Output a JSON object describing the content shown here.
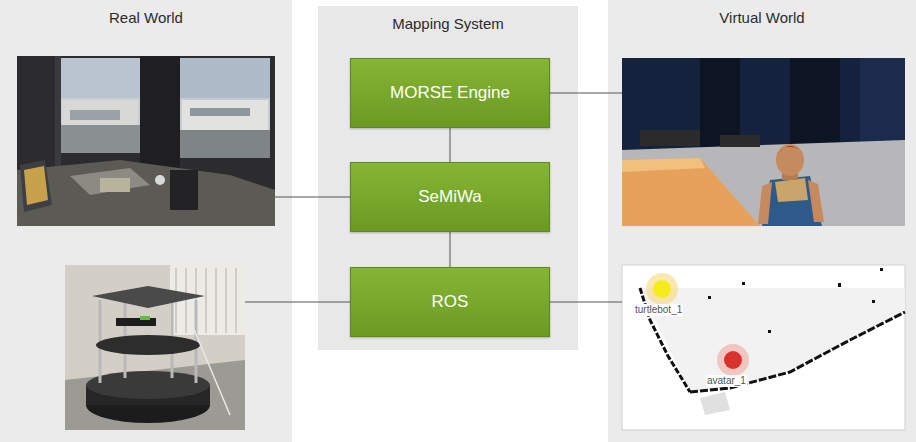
{
  "diagram": {
    "nodes": [
      {
        "text": [
          "Real World"
        ]
      },
      {
        "text": [
          "Mapping System"
        ]
      },
      {
        "text": [
          "Virtual World"
        ]
      },
      {
        "text": [
          "MORSE Engine"
        ],
        "in": 1
      },
      {
        "text": [
          "SeMiWa"
        ],
        "in": 1
      },
      {
        "text": [
          "ROS"
        ],
        "in": 1
      }
    ],
    "edges": [
      {
        "from": 3,
        "to": 4,
        "arrow": "none"
      },
      {
        "from": 4,
        "to": 5,
        "arrow": "none"
      },
      {
        "from": 0,
        "to": 4,
        "arrow": "none"
      },
      {
        "from": 0,
        "to": 5,
        "arrow": "none"
      },
      {
        "from": 3,
        "to": 2,
        "arrow": "none"
      },
      {
        "from": 5,
        "to": 2,
        "arrow": "none"
      }
    ],
    "labels": [
      "turtlebot_1",
      "avatar_1"
    ]
  }
}
